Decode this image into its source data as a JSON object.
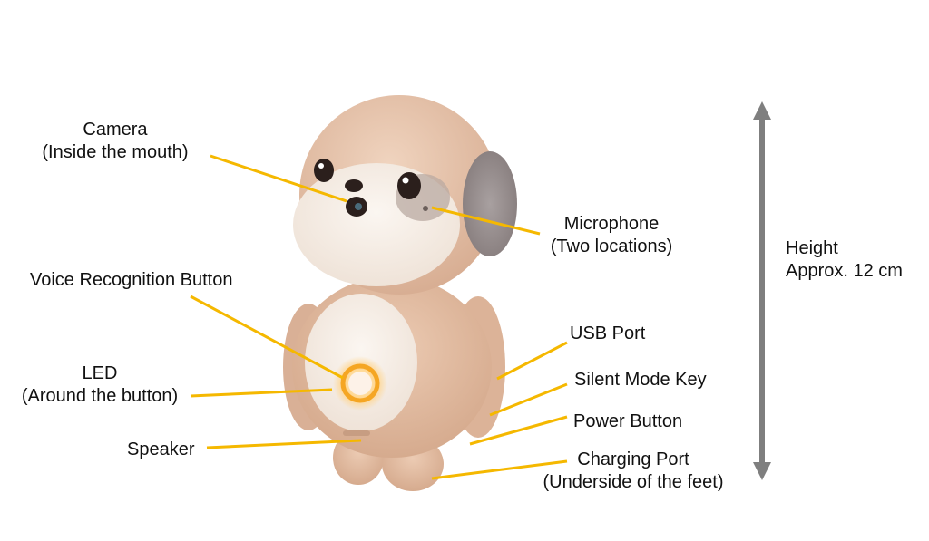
{
  "colors": {
    "leader": "#f5b800",
    "arrow": "#7f7f7f",
    "fur_tan": "#e6c3aa",
    "fur_cream": "#f6eee6",
    "ear_gray": "#9a9090",
    "led_orange": "#f5a623",
    "text": "#111111"
  },
  "labels": {
    "camera": {
      "line1": "Camera",
      "line2": "(Inside the mouth)"
    },
    "microphone": {
      "line1": "Microphone",
      "line2": "(Two locations)"
    },
    "voice_button": {
      "line1": "Voice Recognition Button"
    },
    "led": {
      "line1": "LED",
      "line2": "(Around the button)"
    },
    "speaker": {
      "line1": "Speaker"
    },
    "usb": {
      "line1": "USB Port"
    },
    "silent": {
      "line1": "Silent Mode Key"
    },
    "power": {
      "line1": "Power Button"
    },
    "charging": {
      "line1": "Charging Port",
      "line2": "(Underside of the feet)"
    },
    "height": {
      "line1": "Height",
      "line2": "Approx. 12 cm"
    }
  },
  "icons": {
    "robot": "plush-robot-dog-icon",
    "height_arrow": "double-arrow-vertical-icon"
  }
}
